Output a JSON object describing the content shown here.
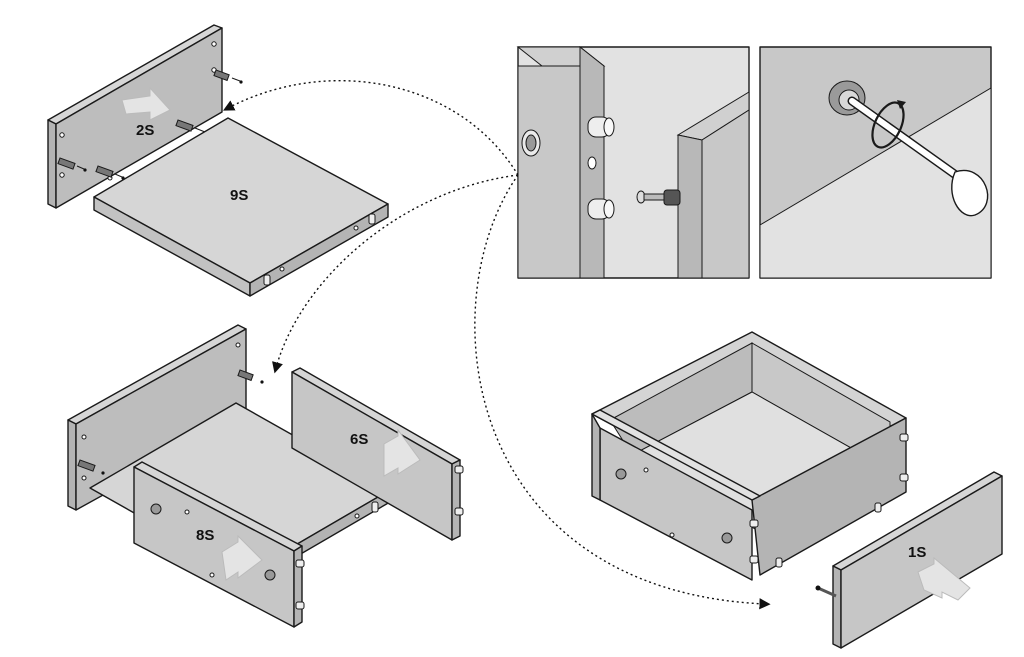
{
  "parts": {
    "p2s": "2S",
    "p9s": "9S",
    "p6s": "6S",
    "p8s": "8S",
    "p1s": "1S"
  },
  "colors": {
    "panel_top": "#d6d6d6",
    "panel_side": "#b4b4b4",
    "panel_front": "#c2c2c2",
    "outline": "#1a1a1a",
    "arrow_fill": "#e4e4e4",
    "inset_bg": "#c8c8c8",
    "inset_light": "#e2e2e2"
  },
  "icons": {
    "dowel": "wooden-dowel-icon",
    "cam": "cam-lock-icon",
    "screw": "cam-bolt-icon",
    "rotate": "rotate-arrow-icon",
    "screwdriver": "screwdriver-icon"
  }
}
